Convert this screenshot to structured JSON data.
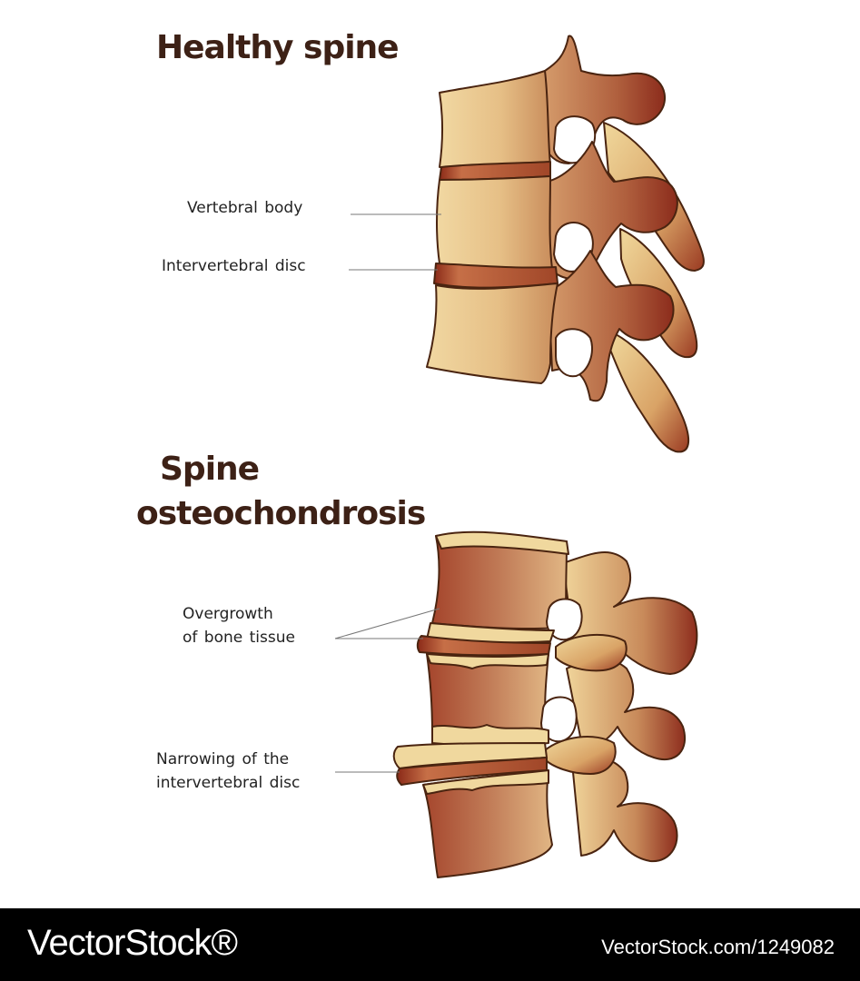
{
  "diagram": {
    "healthy": {
      "title": "Healthy spine",
      "labels": {
        "vertebral_body": "Vertebral  body",
        "intervertebral_disc": "Intervertebral  disc"
      }
    },
    "osteochondrosis": {
      "title_line1": "Spine",
      "title_line2": "osteochondrosis",
      "labels": {
        "overgrowth_line1": "Overgrowth",
        "overgrowth_line2": "of bone tissue",
        "narrowing_line1": "Narrowing  of  the",
        "narrowing_line2": "intervertebral  disc"
      }
    },
    "colors": {
      "bone_light": "#efd39a",
      "bone_dark": "#8e2e1e",
      "outline": "#4a2410",
      "title": "#3d2116"
    }
  },
  "footer": {
    "brand": "VectorStock®",
    "stock_id": "VectorStock.com/1249082"
  }
}
